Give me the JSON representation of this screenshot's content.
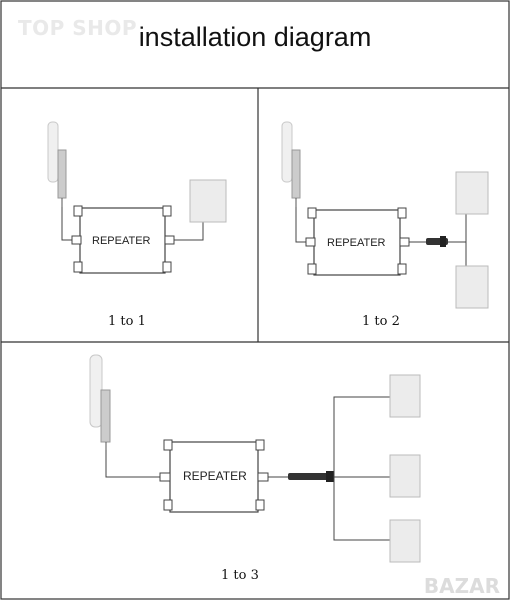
{
  "header": {
    "title": "installation diagram",
    "watermark": "TOP SHOP"
  },
  "panels": [
    {
      "caption": "1 to 1",
      "repeater_label": "REPEATER",
      "outputs": 1
    },
    {
      "caption": "1 to 2",
      "repeater_label": "REPEATER",
      "outputs": 2
    },
    {
      "caption": "1 to 3",
      "repeater_label": "REPEATER",
      "outputs": 3
    }
  ],
  "footer": {
    "watermark": "BAZAR"
  },
  "colors": {
    "border": "#333333",
    "line": "#444444",
    "antenna": "#dddddd",
    "panel_antenna": "#e6e6e6",
    "repeater_box": "#ffffff"
  }
}
